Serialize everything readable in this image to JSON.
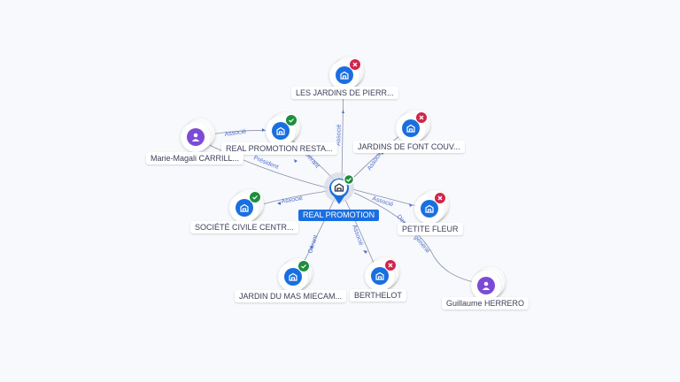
{
  "center": {
    "label": "REAL PROMOTION",
    "status": "active"
  },
  "nodes": [
    {
      "id": "n1",
      "label": "LES JARDINS DE PIERR...",
      "kind": "company",
      "status": "inactive"
    },
    {
      "id": "n2",
      "label": "REAL PROMOTION RESTA...",
      "kind": "company",
      "status": "active"
    },
    {
      "id": "n3",
      "label": "JARDINS DE FONT COUV...",
      "kind": "company",
      "status": "inactive"
    },
    {
      "id": "n4",
      "label": "Marie-Magali CARRILL...",
      "kind": "person"
    },
    {
      "id": "n5",
      "label": "SOCIÉTÉ CIVILE CENTR...",
      "kind": "company",
      "status": "active"
    },
    {
      "id": "n6",
      "label": "PETITE FLEUR",
      "kind": "company",
      "status": "inactive"
    },
    {
      "id": "n7",
      "label": "JARDIN DU MAS MIECAM...",
      "kind": "company",
      "status": "active"
    },
    {
      "id": "n8",
      "label": "BERTHELOT",
      "kind": "company",
      "status": "inactive"
    },
    {
      "id": "n9",
      "label": "Guillaume HERRERO",
      "kind": "person"
    }
  ],
  "edge_labels": {
    "n1": "Associé",
    "n2": "Gérant",
    "n3": "Associé",
    "n4_n2": "Associé",
    "n4_center": "Président",
    "n5": "Associé",
    "n6": "Associé",
    "n7": "Gérant",
    "n8": "Associé",
    "n9": "Directeur général"
  },
  "colors": {
    "company": "#1a6fe0",
    "person": "#7b4bd6",
    "active": "#1e8e3e",
    "inactive": "#d1254a",
    "edge": "#7f86a0",
    "edge_label": "#4f6fd0"
  }
}
